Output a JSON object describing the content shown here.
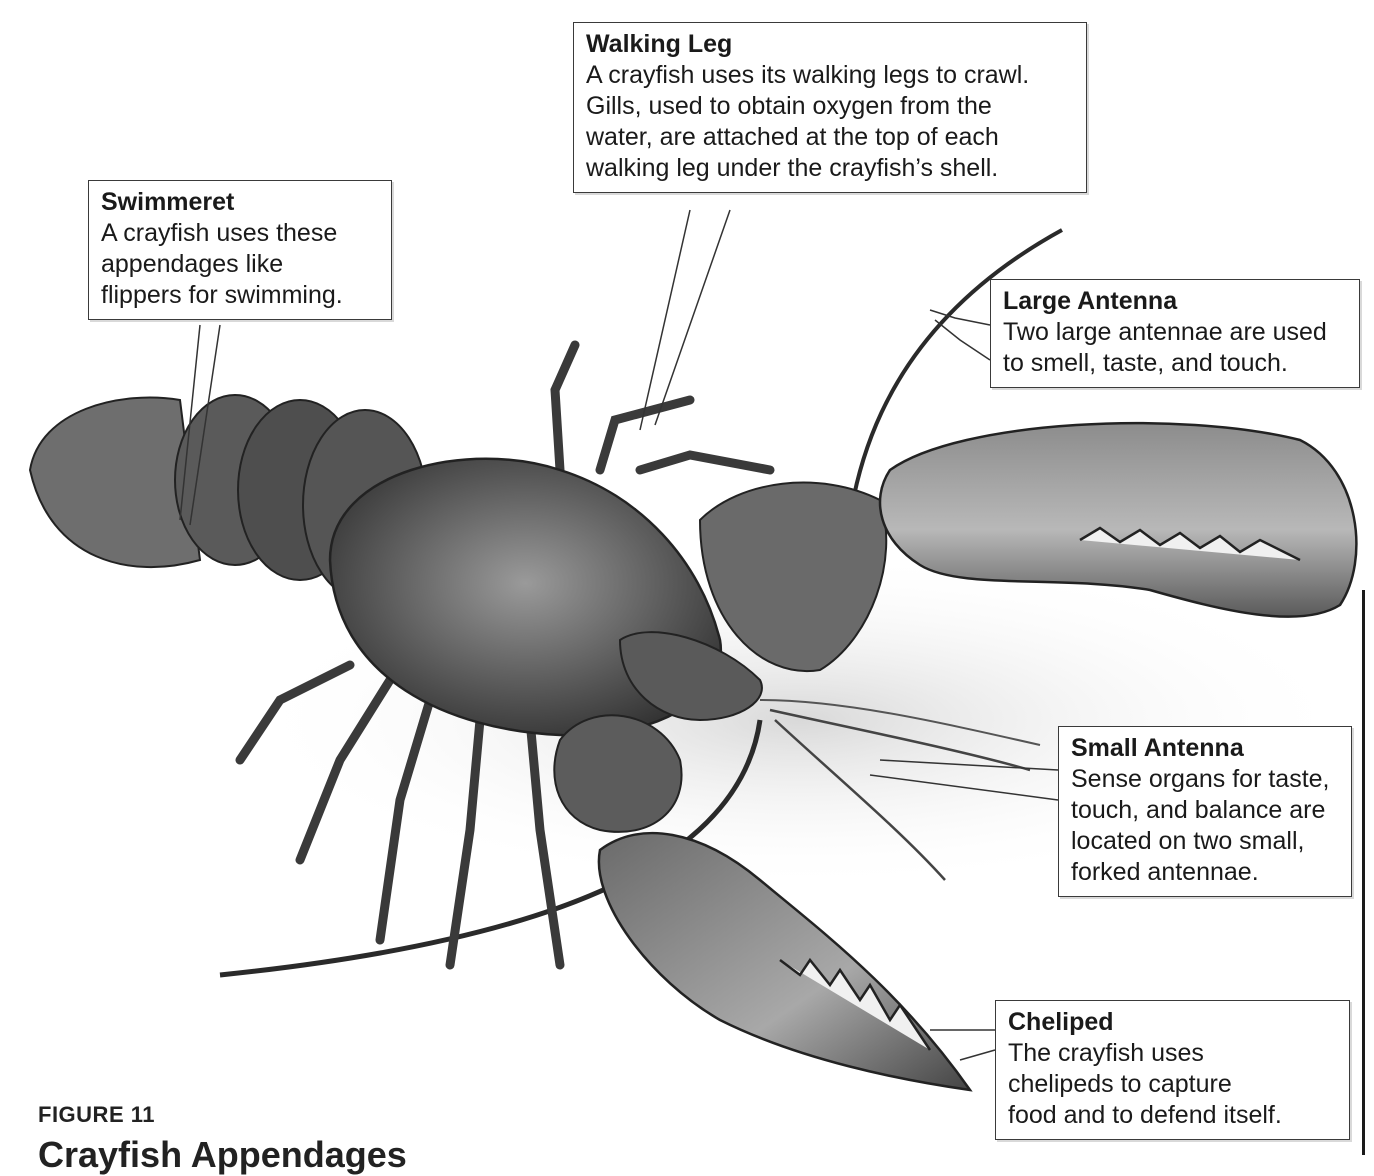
{
  "labels": {
    "swimmeret": {
      "title": "Swimmeret",
      "lines": [
        "A crayfish uses these",
        "appendages like",
        "flippers for swimming."
      ]
    },
    "walking_leg": {
      "title": "Walking Leg",
      "lines": [
        "A crayfish uses its walking legs to crawl.",
        "Gills, used to obtain oxygen from the",
        "water, are attached at the top of each",
        "walking leg under the crayfish’s shell."
      ]
    },
    "large_antenna": {
      "title": "Large Antenna",
      "lines": [
        "Two large antennae are used",
        "to smell, taste, and touch."
      ]
    },
    "small_antenna": {
      "title": "Small Antenna",
      "lines": [
        "Sense organs for taste,",
        "touch, and balance are",
        "located on two small,",
        "forked antennae."
      ]
    },
    "cheliped": {
      "title": "Cheliped",
      "lines": [
        "The crayfish uses",
        "chelipeds to capture",
        "food and to defend itself."
      ]
    }
  },
  "figure": {
    "number": "FIGURE 11",
    "title": "Crayfish Appendages"
  },
  "colors": {
    "ink": "#1a1a1a",
    "shell_dark": "#3c3c3c",
    "shell_mid": "#7a7a7a",
    "shell_light": "#bdbdbd"
  }
}
